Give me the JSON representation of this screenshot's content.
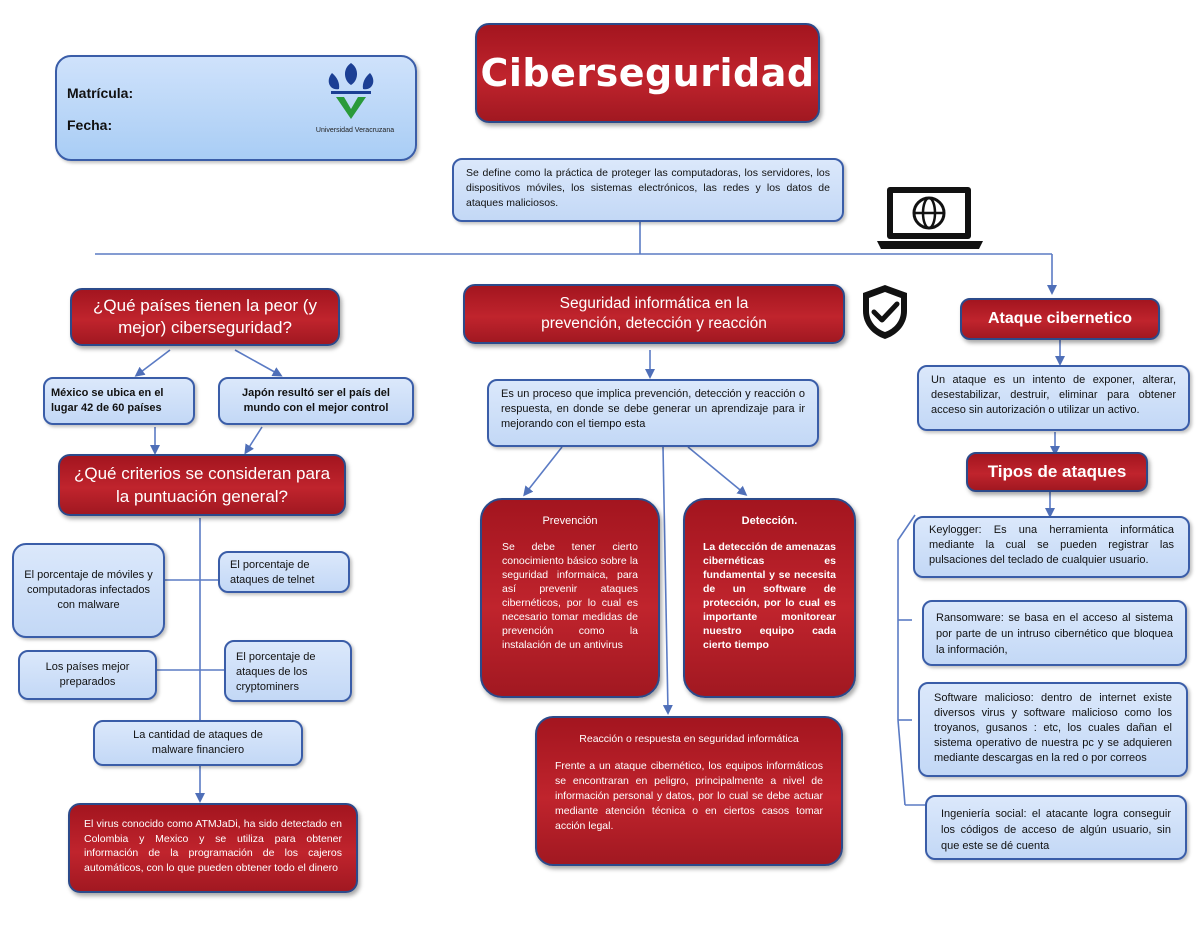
{
  "header_card": {
    "matricula_label": "Matrícula:",
    "fecha_label": "Fecha:",
    "logo_text": "Universidad Veracruzana"
  },
  "title": "Ciberseguridad",
  "definition": "Se define como la práctica de proteger las computadoras, los servidores, los dispositivos móviles, los sistemas electrónicos, las redes y los datos de ataques maliciosos.",
  "left": {
    "question1": "¿Qué países tienen la peor (y mejor) ciberseguridad?",
    "mexico": "México se ubica en el lugar 42 de 60 países",
    "japon": "Japón resultó ser el país del mundo con el mejor control",
    "question2": "¿Qué criterios se consideran para la puntuación general?",
    "criteria": {
      "moviles": "El porcentaje de móviles y computadoras infectados con malware",
      "telnet": "El porcentaje de ataques de telnet",
      "preparados": "Los países mejor preparados",
      "cryptominers": "El porcentaje de ataques de los cryptominers",
      "malware_financiero": "La cantidad de ataques de malware financiero"
    },
    "atm": "El virus conocido como ATMJaDi, ha sido detectado en Colombia y Mexico y se utiliza para obtener información de la programación de los cajeros automáticos, con lo que pueden obtener todo el dinero"
  },
  "center": {
    "title": "Seguridad informática en la prevención, detección y reacción",
    "process": "Es un proceso que implica prevención, detección y reacción o respuesta, en donde se debe generar un aprendizaje para ir mejorando con el tiempo esta",
    "prevencion_title": "Prevención",
    "prevencion_text": "Se debe tener cierto conocimiento básico sobre la seguridad informaica, para así prevenir ataques cibernéticos, por lo cual es necesario tomar medidas de prevención como la instalación de un antivirus",
    "deteccion_title": "Detección.",
    "deteccion_text": "La detección de amenazas cibernéticas es fundamental y se necesita de un software de protección, por lo cual es importante monitorear nuestro equipo cada cierto tiempo",
    "reaccion_title": "Reacción o respuesta en seguridad informática",
    "reaccion_text": "Frente a un ataque cibernético, los equipos informáticos se encontraran en peligro, principalmente a nivel de información personal y datos, por lo cual se debe actuar mediante atención técnica o en ciertos casos tomar acción legal."
  },
  "right": {
    "ataque_title": "Ataque cibernetico",
    "ataque_def": "Un ataque es un intento de exponer, alterar, desestabilizar, destruir, eliminar para obtener acceso sin autorización o utilizar un activo.",
    "tipos_title": "Tipos de ataques",
    "keylogger": "Keylogger: Es una herramienta informática mediante la cual se pueden registrar las pulsaciones del teclado de cualquier usuario.",
    "ransomware": "Ransomware: se basa en el acceso al sistema por parte de un intruso cibernético que bloquea la información,",
    "software": "Software malicioso: dentro de internet existe diversos virus y software malicioso como los troyanos, gusanos : etc, los cuales dañan el sistema operativo de nuestra pc y se adquieren mediante descargas en la red o por correos",
    "ingenieria": "Ingeniería social: el atacante logra conseguir los códigos de acceso de algún usuario, sin que este se dé cuenta"
  },
  "icons": {
    "laptop": "laptop-globe-icon",
    "shield": "shield-check-icon",
    "logo": "uv-logo-icon"
  },
  "colors": {
    "red": "#b31f28",
    "blue_fill": "#c9dcf7",
    "border": "#2c4a8a",
    "line": "#5b7bc4"
  }
}
